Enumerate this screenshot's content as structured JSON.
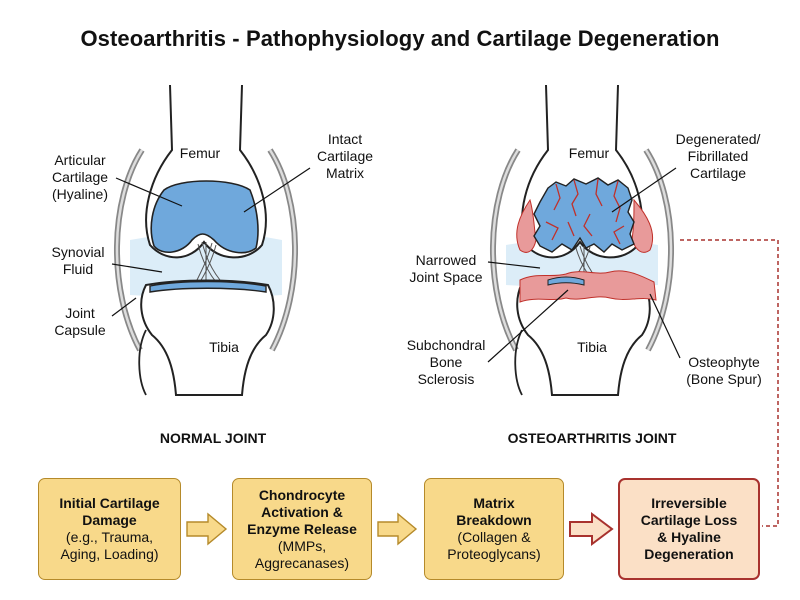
{
  "title": "Osteoarthritis - Pathophysiology and Cartilage Degeneration",
  "normal_joint": {
    "caption": "NORMAL JOINT",
    "labels": {
      "femur": "Femur",
      "tibia": "Tibia",
      "intact_cartilage": [
        "Intact",
        "Cartilage",
        "Matrix"
      ],
      "articular_cartilage": [
        "Articular",
        "Cartilage",
        "(Hyaline)"
      ],
      "synovial_fluid": [
        "Synovial",
        "Fluid"
      ],
      "joint_capsule": [
        "Joint",
        "Capsule"
      ]
    }
  },
  "oa_joint": {
    "caption": "OSTEOARTHRITIS JOINT",
    "labels": {
      "femur": "Femur",
      "tibia": "Tibia",
      "degenerated_cartilage": [
        "Degenerated/",
        "Fibrillated",
        "Cartilage"
      ],
      "narrowed_space": [
        "Narrowed",
        "Joint Space"
      ],
      "sclerosis": [
        "Subchondral",
        "Bone",
        "Sclerosis"
      ],
      "osteophyte": [
        "Osteophyte",
        "(Bone Spur)"
      ]
    }
  },
  "flow": [
    {
      "bold": [
        "Initial Cartilage",
        "Damage"
      ],
      "normal": [
        "(e.g., Trauma,",
        "Aging, Loading)"
      ]
    },
    {
      "bold": [
        "Chondrocyte",
        "Activation &",
        "Enzyme Release"
      ],
      "normal": [
        "(MMPs,",
        "Aggrecanases)"
      ]
    },
    {
      "bold": [
        "Matrix",
        "Breakdown"
      ],
      "normal": [
        "(Collagen &",
        "Proteoglycans)"
      ]
    },
    {
      "bold": [
        "Irreversible",
        "Cartilage Loss",
        "& Hyaline",
        "Degeneration"
      ],
      "normal": []
    }
  ],
  "colors": {
    "cartilage": "#6fa8dc",
    "damaged": "#e89a9a",
    "crack": "#c0302a",
    "fluid": "#dcedf8",
    "box_fill": "#f8d98a",
    "box_border": "#b58a2a",
    "final_border": "#a8322e"
  }
}
